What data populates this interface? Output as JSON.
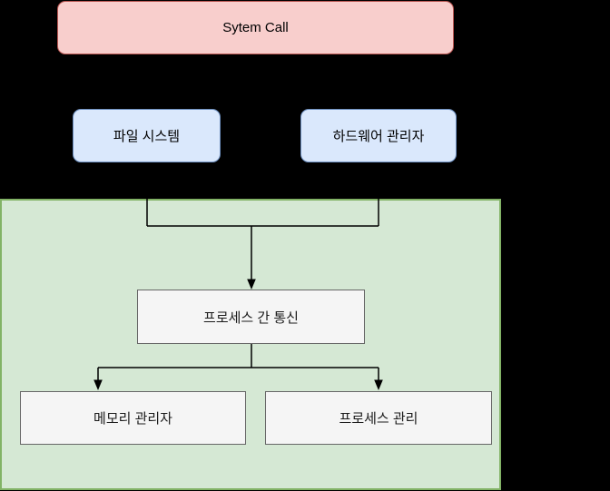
{
  "diagram": {
    "nodes": {
      "system_call": {
        "label": "Sytem Call"
      },
      "file_system": {
        "label": "파일 시스템"
      },
      "hardware_manager": {
        "label": "하드웨어 관리자"
      },
      "ipc": {
        "label": "프로세스 간 통신"
      },
      "memory_manager": {
        "label": "메모리 관리자"
      },
      "process_manager": {
        "label": "프로세스 관리"
      }
    },
    "colors": {
      "pink-fill": "#F8CECC",
      "pink-stroke": "#B85450",
      "blue-fill": "#DAE8FC",
      "blue-stroke": "#6C8EBF",
      "green-fill": "#D5E8D4",
      "green-stroke": "#82B366",
      "gray-fill": "#F5F5F5",
      "gray-stroke": "#666666",
      "connector": "#000000",
      "background": "#000000"
    }
  }
}
